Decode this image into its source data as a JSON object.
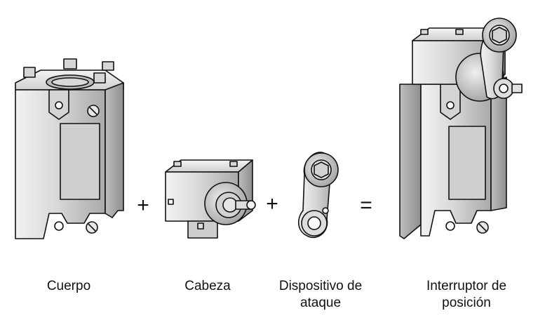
{
  "operators": {
    "plus_1": "+",
    "plus_2": "+",
    "equals": "="
  },
  "captions": {
    "body": "Cuerpo",
    "head": "Cabeza",
    "actuator_line1": "Dispositivo de",
    "actuator_line2": "ataque",
    "switch_line1": "Interruptor de",
    "switch_line2": "posición"
  },
  "colors": {
    "metal_light": "#e2e2e2",
    "metal_mid": "#c7c7c7",
    "metal_dark": "#9a9a9a",
    "outline": "#111111"
  }
}
